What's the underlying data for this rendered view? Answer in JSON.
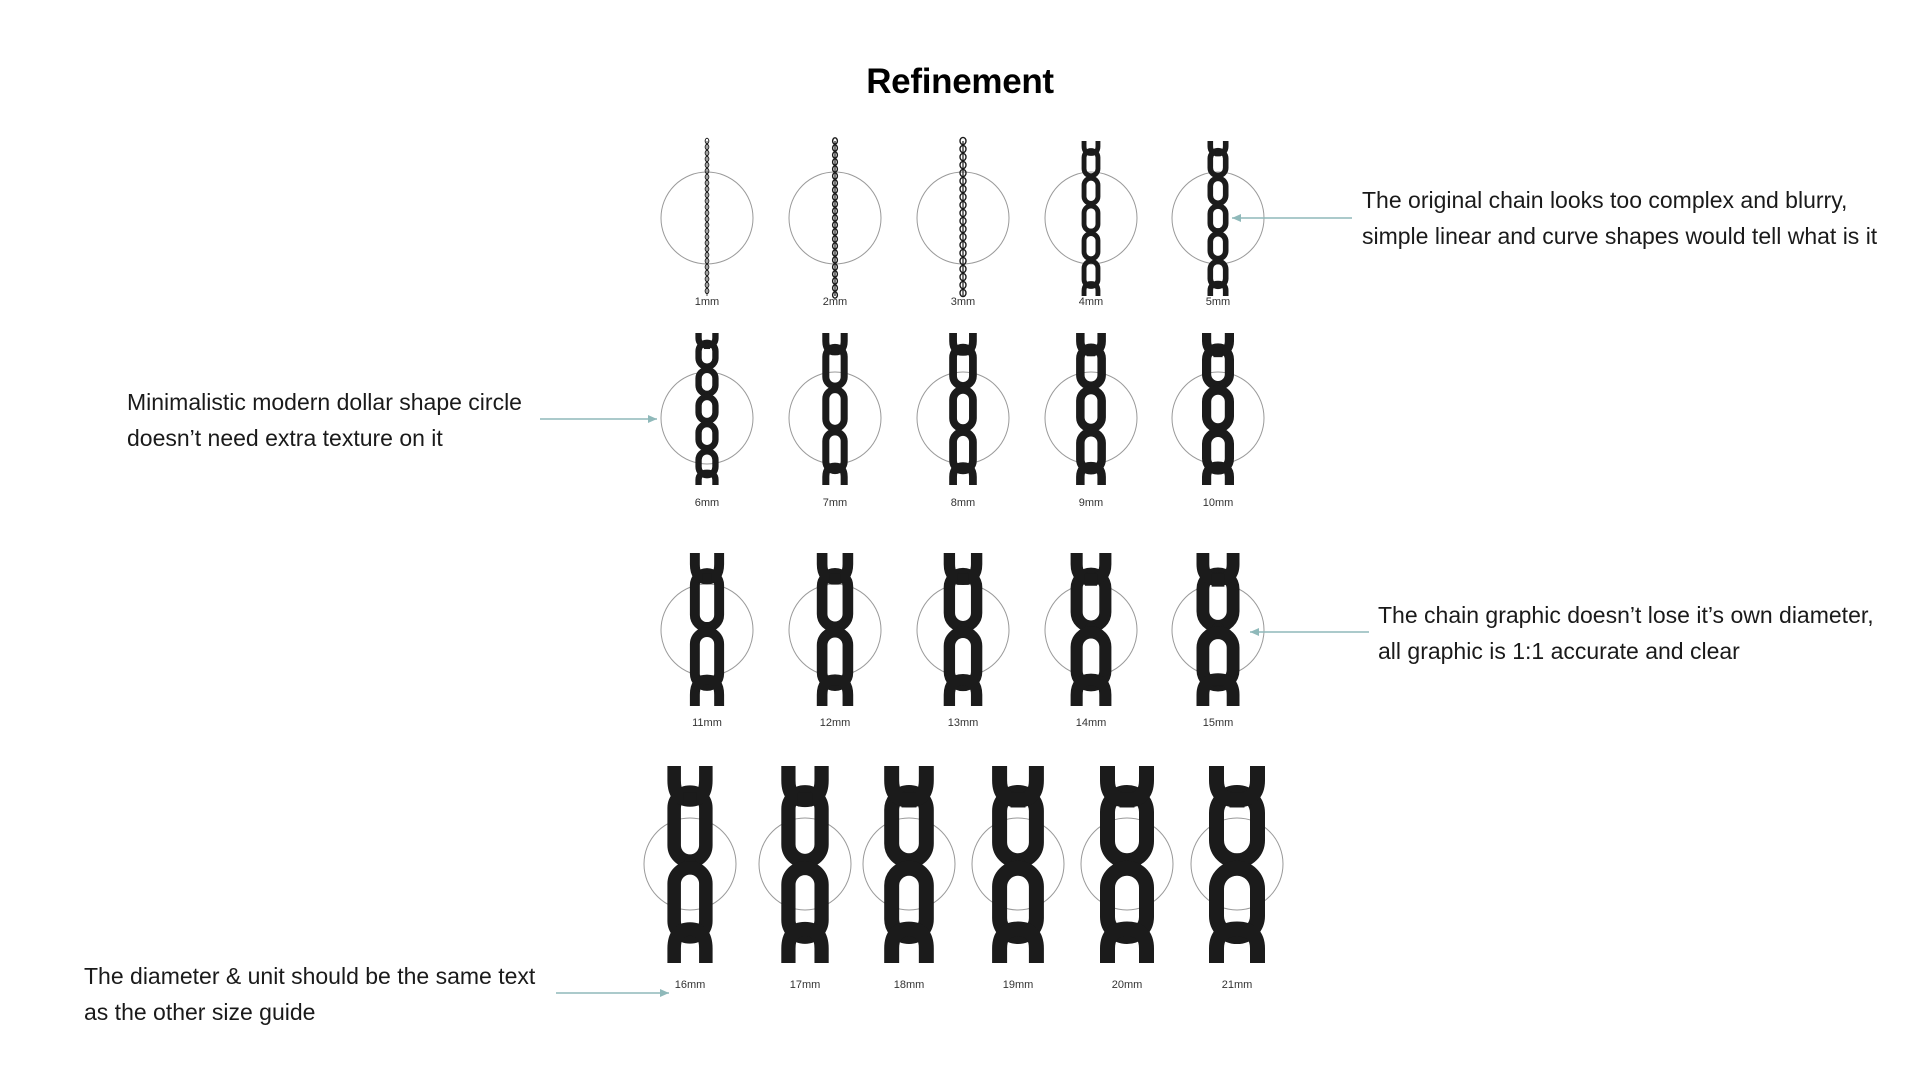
{
  "title": "Refinement",
  "colors": {
    "arrow": "#8fb9ba",
    "chain": "#1b1b1b",
    "circle": "#9a9a9a"
  },
  "rows": [
    {
      "sizes": [
        "1mm",
        "2mm",
        "3mm",
        "4mm",
        "5mm"
      ]
    },
    {
      "sizes": [
        "6mm",
        "7mm",
        "8mm",
        "9mm",
        "10mm"
      ]
    },
    {
      "sizes": [
        "11mm",
        "12mm",
        "13mm",
        "14mm",
        "15mm"
      ]
    },
    {
      "sizes": [
        "16mm",
        "17mm",
        "18mm",
        "19mm",
        "20mm",
        "21mm"
      ]
    }
  ],
  "annotations": [
    {
      "lines": [
        "The original chain looks too complex and blurry,",
        "simple linear and curve shapes would tell what is it"
      ]
    },
    {
      "lines": [
        "Minimalistic modern dollar shape circle",
        "doesn’t need extra texture on it"
      ]
    },
    {
      "lines": [
        "The chain graphic doesn’t lose it’s own diameter,",
        "all graphic is 1:1 accurate and clear"
      ]
    },
    {
      "lines": [
        "The diameter & unit should be the same text",
        "as the other size guide"
      ]
    }
  ]
}
